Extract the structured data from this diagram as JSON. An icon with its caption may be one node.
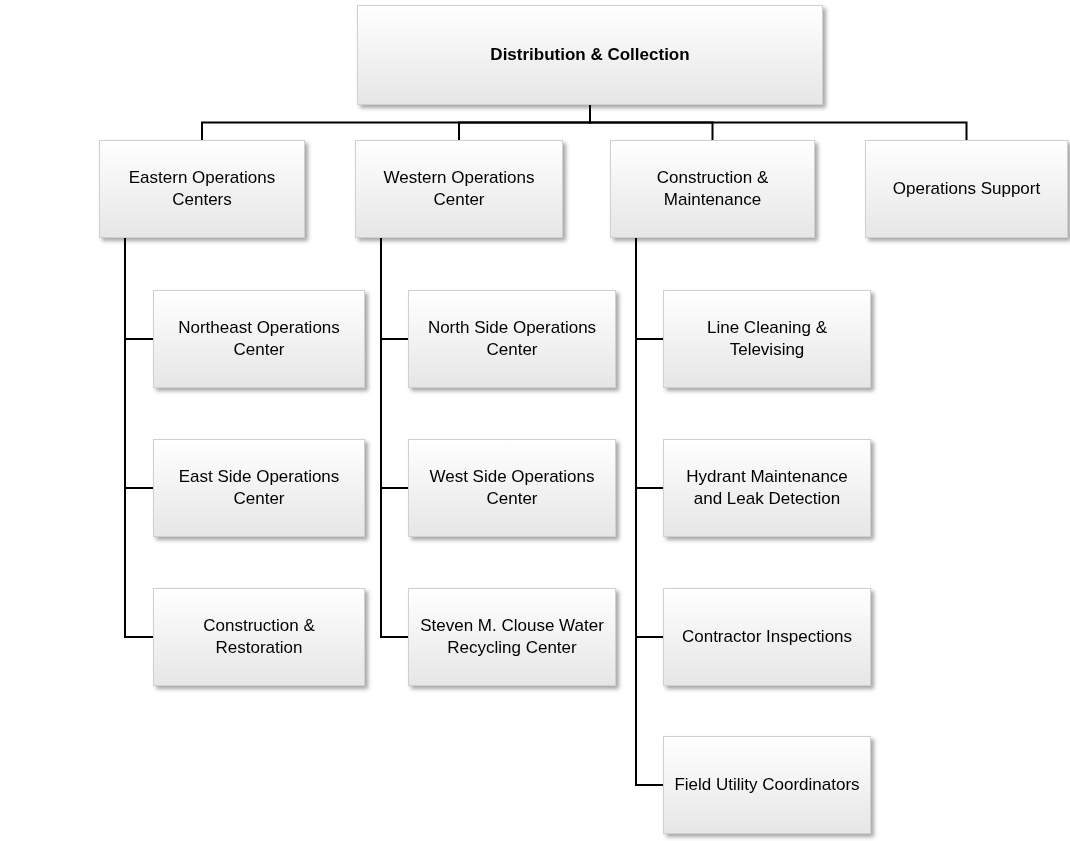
{
  "diagram": {
    "nodes": [
      {
        "text": [
          "Distribution & Collection"
        ]
      },
      {
        "text": [
          "Eastern Operations Centers"
        ]
      },
      {
        "text": [
          "Western Operations Center"
        ]
      },
      {
        "text": [
          "Construction & Maintenance"
        ]
      },
      {
        "text": [
          "Operations Support"
        ]
      },
      {
        "text": [
          "Northeast Operations Center"
        ]
      },
      {
        "text": [
          "East Side Operations Center"
        ]
      },
      {
        "text": [
          "Construction & Restoration"
        ]
      },
      {
        "text": [
          "North Side Operations Center"
        ]
      },
      {
        "text": [
          "West Side Operations Center"
        ]
      },
      {
        "text": [
          "Steven M. Clouse Water Recycling Center"
        ]
      },
      {
        "text": [
          "Line Cleaning & Televising"
        ]
      },
      {
        "text": [
          "Hydrant Maintenance and Leak Detection"
        ]
      },
      {
        "text": [
          "Contractor Inspections"
        ]
      },
      {
        "text": [
          "Field Utility Coordinators"
        ]
      }
    ],
    "edges": [
      {
        "from": 0,
        "to": 1,
        "arrow": "none"
      },
      {
        "from": 0,
        "to": 2,
        "arrow": "none"
      },
      {
        "from": 0,
        "to": 3,
        "arrow": "none"
      },
      {
        "from": 0,
        "to": 4,
        "arrow": "none"
      },
      {
        "from": 1,
        "to": 5,
        "arrow": "none"
      },
      {
        "from": 1,
        "to": 6,
        "arrow": "none"
      },
      {
        "from": 1,
        "to": 7,
        "arrow": "none"
      },
      {
        "from": 2,
        "to": 8,
        "arrow": "none"
      },
      {
        "from": 2,
        "to": 9,
        "arrow": "none"
      },
      {
        "from": 2,
        "to": 10,
        "arrow": "none"
      },
      {
        "from": 3,
        "to": 11,
        "arrow": "none"
      },
      {
        "from": 3,
        "to": 12,
        "arrow": "none"
      },
      {
        "from": 3,
        "to": 13,
        "arrow": "none"
      },
      {
        "from": 3,
        "to": 14,
        "arrow": "none"
      }
    ]
  }
}
